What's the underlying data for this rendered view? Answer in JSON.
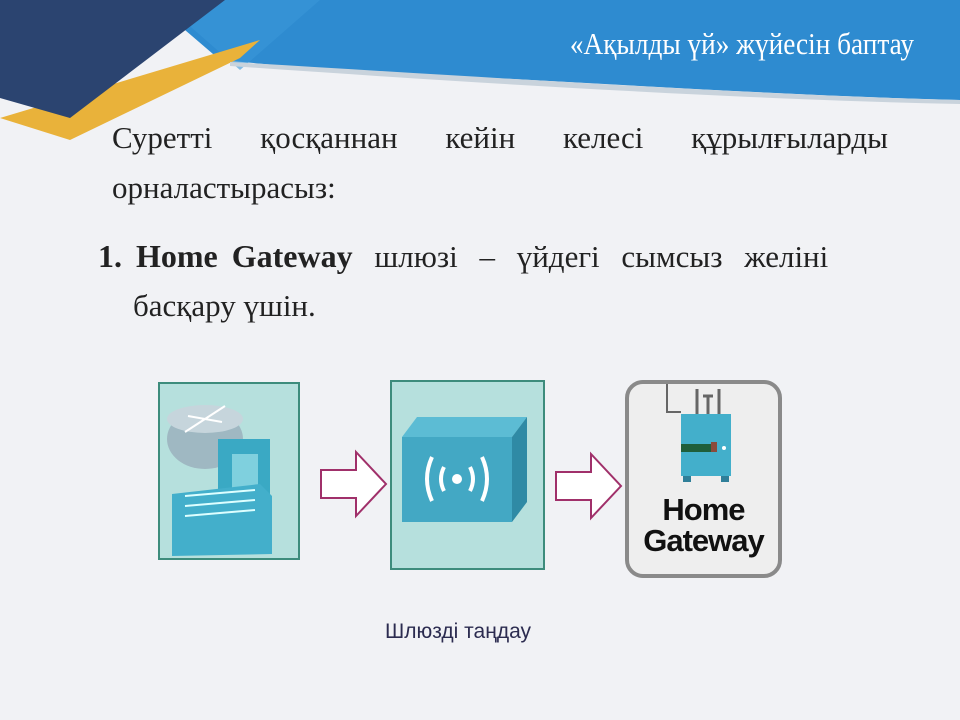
{
  "slide": {
    "title": "«Ақылды үй» жүйесін баптау",
    "para_line1": "Суретті қосқаннан кейін келесі құрылғыларды",
    "para_line2": "орналастырасыз:",
    "item1_bold": "1. Home Gateway",
    "item1_rest": " шлюзі  – үйдегі сымсыз желіні",
    "item1_line2": "басқару үшін.",
    "gateway_label_line1": "Home",
    "gateway_label_line2": "Gateway",
    "caption": "Шлюзді таңдау"
  },
  "colors": {
    "navy": "#2b4470",
    "blue": "#2f8ccf",
    "yellow": "#e9b23a",
    "teal": "#44aec8"
  }
}
